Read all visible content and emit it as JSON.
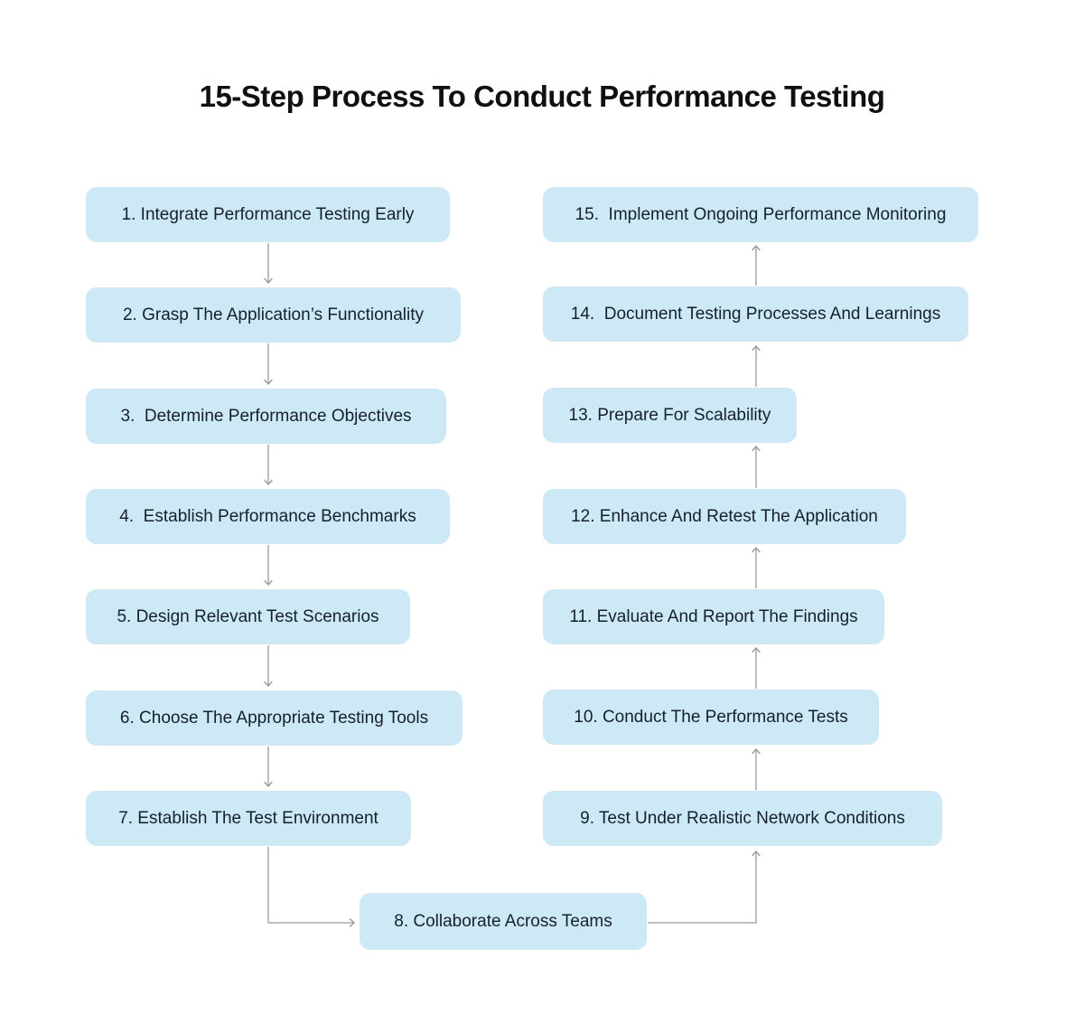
{
  "title": "15-Step Process To Conduct Performance Testing",
  "colors": {
    "background": "#ffffff",
    "box_fill": "#cde9f6",
    "box_text": "#16202c",
    "arrow": "#9b9b9b",
    "title": "#101010"
  },
  "steps": [
    {
      "label": "1. Integrate Performance Testing Early"
    },
    {
      "label": "2. Grasp The Application’s Functionality"
    },
    {
      "label": "3.  Determine Performance Objectives"
    },
    {
      "label": "4.  Establish Performance Benchmarks"
    },
    {
      "label": "5. Design Relevant Test Scenarios"
    },
    {
      "label": "6. Choose The Appropriate Testing Tools"
    },
    {
      "label": "7. Establish The Test Environment"
    },
    {
      "label": "8. Collaborate Across Teams"
    },
    {
      "label": "9. Test Under Realistic Network Conditions"
    },
    {
      "label": "10. Conduct The Performance Tests"
    },
    {
      "label": "11. Evaluate And Report The Findings"
    },
    {
      "label": "12. Enhance And Retest The Application"
    },
    {
      "label": "13. Prepare For Scalability"
    },
    {
      "label": "14.  Document Testing Processes And Learnings"
    },
    {
      "label": "15.  Implement Ongoing Performance Monitoring"
    }
  ]
}
